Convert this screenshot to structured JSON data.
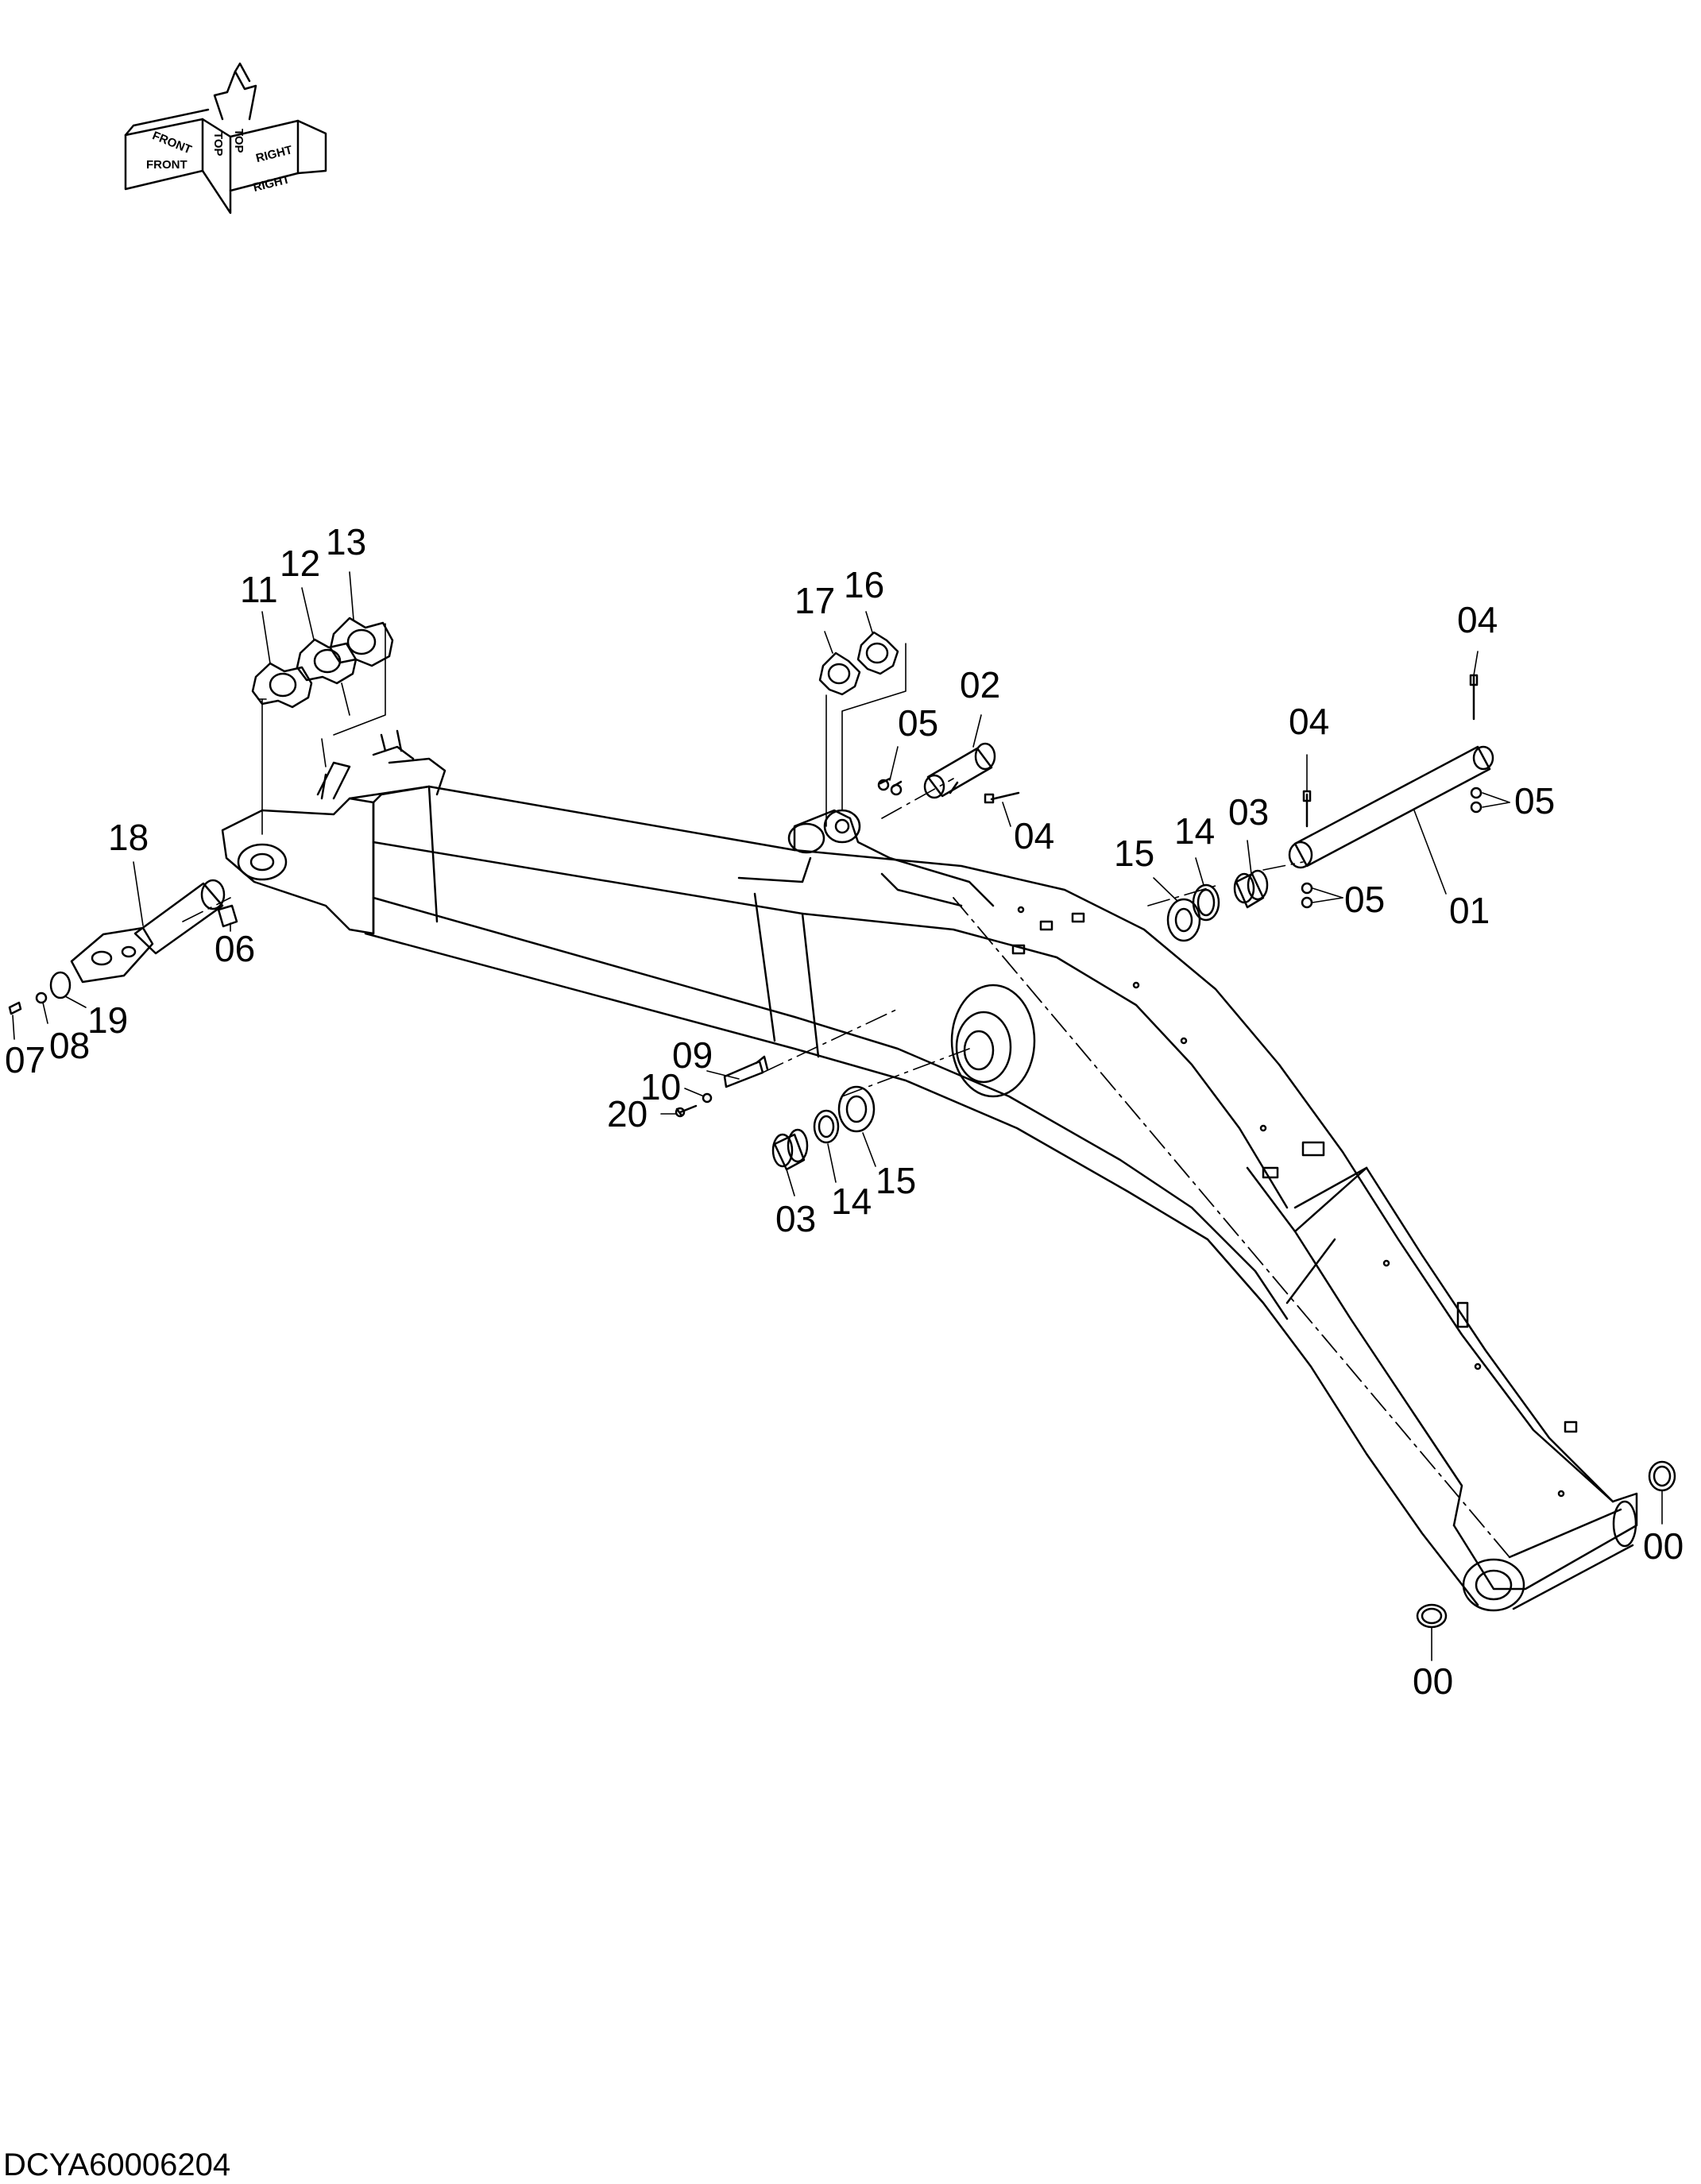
{
  "drawing_id": "DCYA60006204",
  "orientation": {
    "front": "FRONT",
    "top": "TOP",
    "right": "RIGHT"
  },
  "callouts": [
    {
      "id": "c11",
      "number": "11"
    },
    {
      "id": "c12",
      "number": "12"
    },
    {
      "id": "c13",
      "number": "13"
    },
    {
      "id": "c17",
      "number": "17"
    },
    {
      "id": "c16",
      "number": "16"
    },
    {
      "id": "c02",
      "number": "02"
    },
    {
      "id": "c05a",
      "number": "05"
    },
    {
      "id": "c04a",
      "number": "04"
    },
    {
      "id": "c04b",
      "number": "04"
    },
    {
      "id": "c04c",
      "number": "04"
    },
    {
      "id": "c05b",
      "number": "05"
    },
    {
      "id": "c05c",
      "number": "05"
    },
    {
      "id": "c03a",
      "number": "03"
    },
    {
      "id": "c14a",
      "number": "14"
    },
    {
      "id": "c15a",
      "number": "15"
    },
    {
      "id": "c01",
      "number": "01"
    },
    {
      "id": "c18",
      "number": "18"
    },
    {
      "id": "c06",
      "number": "06"
    },
    {
      "id": "c19",
      "number": "19"
    },
    {
      "id": "c08",
      "number": "08"
    },
    {
      "id": "c07",
      "number": "07"
    },
    {
      "id": "c09",
      "number": "09"
    },
    {
      "id": "c10",
      "number": "10"
    },
    {
      "id": "c20",
      "number": "20"
    },
    {
      "id": "c03b",
      "number": "03"
    },
    {
      "id": "c14b",
      "number": "14"
    },
    {
      "id": "c15b",
      "number": "15"
    },
    {
      "id": "c00a",
      "number": "00"
    },
    {
      "id": "c00b",
      "number": "00"
    }
  ]
}
